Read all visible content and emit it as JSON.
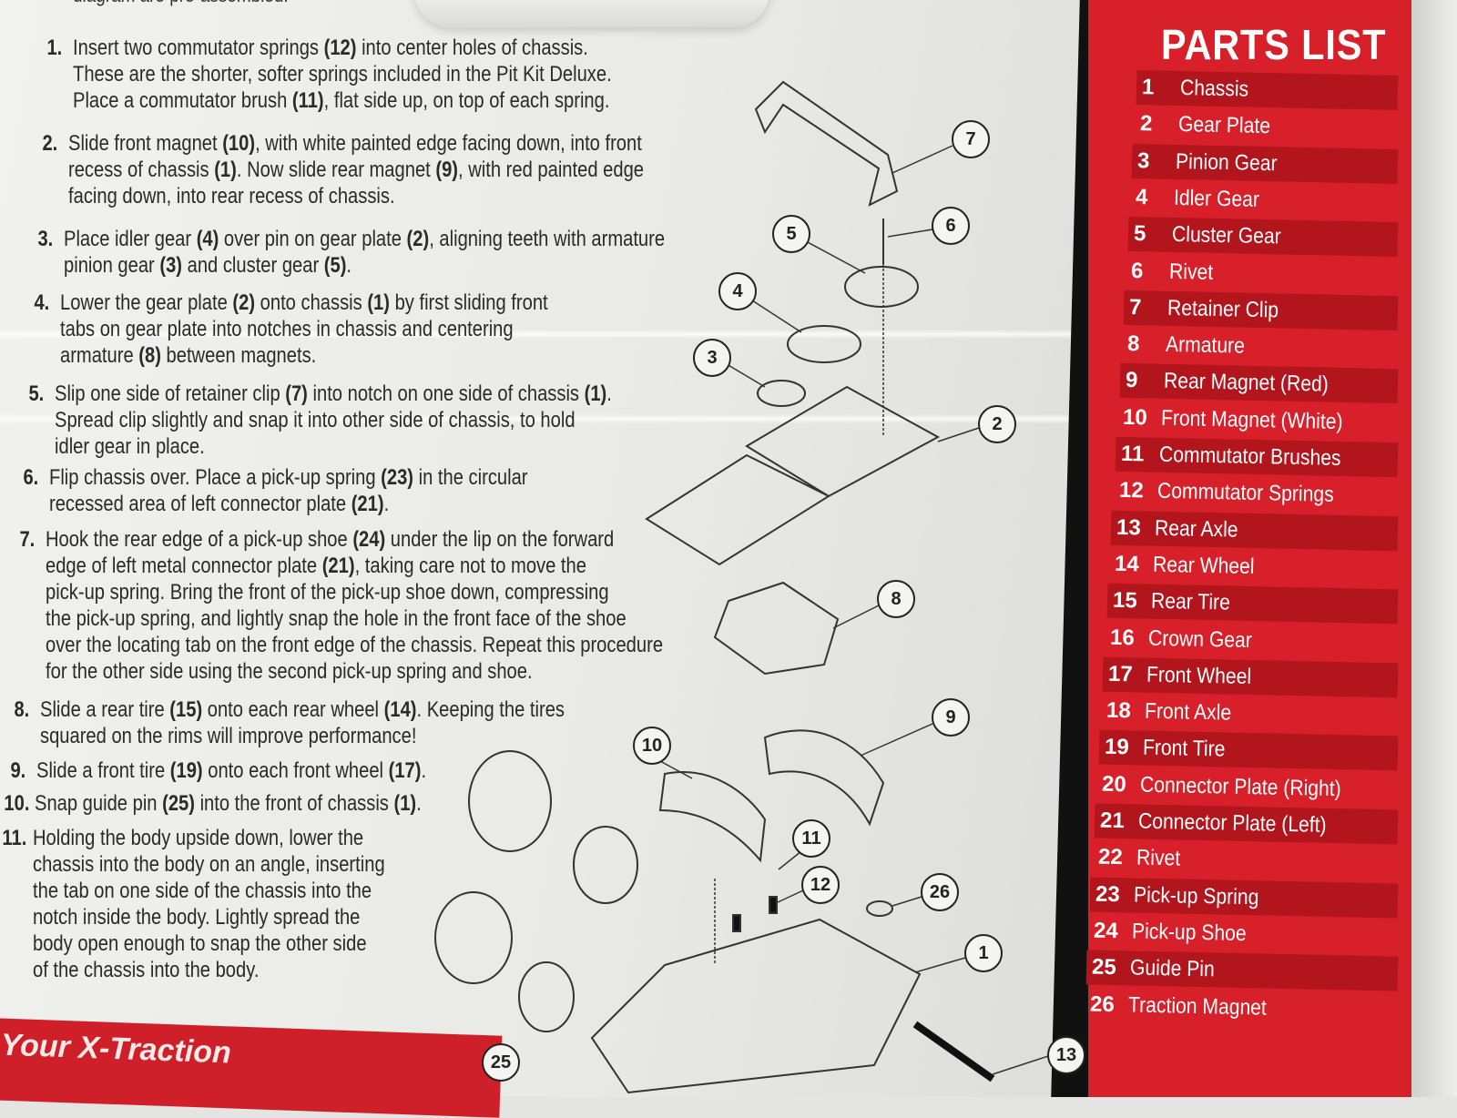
{
  "intro_fragment": "diagram are pre-assembled.",
  "steps": [
    {
      "n": "1.",
      "segs": [
        {
          "t": "Insert two commutator springs "
        },
        {
          "t": "(12)",
          "b": true
        },
        {
          "t": " into center holes of chassis.\nThese are the shorter, softer springs included in the Pit Kit Deluxe.\nPlace a commutator brush "
        },
        {
          "t": "(11)",
          "b": true
        },
        {
          "t": ", flat side up, on top of each spring."
        }
      ]
    },
    {
      "n": "2.",
      "segs": [
        {
          "t": "Slide front magnet "
        },
        {
          "t": "(10)",
          "b": true
        },
        {
          "t": ", with white painted edge facing down, into front\nrecess of chassis "
        },
        {
          "t": "(1)",
          "b": true
        },
        {
          "t": ". Now slide rear magnet "
        },
        {
          "t": "(9)",
          "b": true
        },
        {
          "t": ", with red painted edge\nfacing down, into rear recess of chassis."
        }
      ]
    },
    {
      "n": "3.",
      "segs": [
        {
          "t": "Place idler gear "
        },
        {
          "t": "(4)",
          "b": true
        },
        {
          "t": " over pin on gear plate "
        },
        {
          "t": "(2)",
          "b": true
        },
        {
          "t": ", aligning teeth with armature\npinion gear "
        },
        {
          "t": "(3)",
          "b": true
        },
        {
          "t": " and cluster gear "
        },
        {
          "t": "(5)",
          "b": true
        },
        {
          "t": "."
        }
      ]
    },
    {
      "n": "4.",
      "segs": [
        {
          "t": "Lower the gear plate "
        },
        {
          "t": "(2)",
          "b": true
        },
        {
          "t": " onto chassis "
        },
        {
          "t": "(1)",
          "b": true
        },
        {
          "t": " by first sliding front\ntabs on gear plate into notches in chassis and centering\narmature "
        },
        {
          "t": "(8)",
          "b": true
        },
        {
          "t": " between magnets."
        }
      ]
    },
    {
      "n": "5.",
      "segs": [
        {
          "t": "Slip one side of retainer clip "
        },
        {
          "t": "(7)",
          "b": true
        },
        {
          "t": " into notch on one side of chassis "
        },
        {
          "t": "(1)",
          "b": true
        },
        {
          "t": ".\nSpread clip slightly and snap it into other side of chassis, to hold\nidler gear in place."
        }
      ]
    },
    {
      "n": "6.",
      "segs": [
        {
          "t": "Flip chassis over. Place a pick-up spring "
        },
        {
          "t": "(23)",
          "b": true
        },
        {
          "t": " in the circular\nrecessed area of left connector plate "
        },
        {
          "t": "(21)",
          "b": true
        },
        {
          "t": "."
        }
      ]
    },
    {
      "n": "7.",
      "segs": [
        {
          "t": "Hook the rear edge of a pick-up shoe "
        },
        {
          "t": "(24)",
          "b": true
        },
        {
          "t": " under the lip on the forward\nedge of left metal connector plate "
        },
        {
          "t": "(21)",
          "b": true
        },
        {
          "t": ", taking care not to move the\npick-up spring. Bring the front of the pick-up shoe down, compressing\nthe pick-up spring, and lightly snap the hole in the front face of the shoe\nover the locating tab on the front edge of the chassis. Repeat this procedure\nfor the other side using the second pick-up spring and shoe."
        }
      ]
    },
    {
      "n": "8.",
      "segs": [
        {
          "t": "Slide a rear tire "
        },
        {
          "t": "(15)",
          "b": true
        },
        {
          "t": " onto each rear wheel "
        },
        {
          "t": "(14)",
          "b": true
        },
        {
          "t": ". Keeping the tires\nsquared on the rims will improve performance!"
        }
      ]
    },
    {
      "n": "9.",
      "segs": [
        {
          "t": "Slide a front tire "
        },
        {
          "t": "(19)",
          "b": true
        },
        {
          "t": " onto each front wheel "
        },
        {
          "t": "(17)",
          "b": true
        },
        {
          "t": "."
        }
      ]
    },
    {
      "n": "10.",
      "segs": [
        {
          "t": "Snap guide pin "
        },
        {
          "t": "(25)",
          "b": true
        },
        {
          "t": " into the front of chassis "
        },
        {
          "t": "(1)",
          "b": true
        },
        {
          "t": "."
        }
      ]
    },
    {
      "n": "11.",
      "segs": [
        {
          "t": "Holding the body upside down, lower the\nchassis into the body on an angle, inserting\nthe tab on one side of the chassis into the\nnotch inside the body. Lightly spread the\nbody open enough to snap the other side\nof the chassis into the body."
        }
      ]
    }
  ],
  "callouts": [
    "7",
    "6",
    "5",
    "4",
    "3",
    "2",
    "8",
    "9",
    "10",
    "11",
    "12",
    "26",
    "1",
    "13",
    "25"
  ],
  "parts_list": {
    "title": "PARTS LIST",
    "items": [
      {
        "n": "1",
        "label": "Chassis"
      },
      {
        "n": "2",
        "label": "Gear Plate"
      },
      {
        "n": "3",
        "label": "Pinion Gear"
      },
      {
        "n": "4",
        "label": "Idler Gear"
      },
      {
        "n": "5",
        "label": "Cluster Gear"
      },
      {
        "n": "6",
        "label": "Rivet"
      },
      {
        "n": "7",
        "label": "Retainer Clip"
      },
      {
        "n": "8",
        "label": "Armature"
      },
      {
        "n": "9",
        "label": "Rear Magnet (Red)"
      },
      {
        "n": "10",
        "label": "Front Magnet (White)"
      },
      {
        "n": "11",
        "label": "Commutator Brushes"
      },
      {
        "n": "12",
        "label": "Commutator Springs"
      },
      {
        "n": "13",
        "label": "Rear Axle"
      },
      {
        "n": "14",
        "label": "Rear Wheel"
      },
      {
        "n": "15",
        "label": "Rear Tire"
      },
      {
        "n": "16",
        "label": "Crown Gear"
      },
      {
        "n": "17",
        "label": "Front Wheel"
      },
      {
        "n": "18",
        "label": "Front Axle"
      },
      {
        "n": "19",
        "label": "Front Tire"
      },
      {
        "n": "20",
        "label": "Connector Plate (Right)"
      },
      {
        "n": "21",
        "label": "Connector Plate (Left)"
      },
      {
        "n": "22",
        "label": "Rivet"
      },
      {
        "n": "23",
        "label": "Pick-up Spring"
      },
      {
        "n": "24",
        "label": "Pick-up Shoe"
      },
      {
        "n": "25",
        "label": "Guide Pin"
      },
      {
        "n": "26",
        "label": "Traction Magnet"
      }
    ]
  },
  "banner_text": "Your X-Traction",
  "colors": {
    "panel_red": "#d8202a",
    "panel_stripe": "#b3151d",
    "panel_border": "#111111",
    "text": "#2a2a2a"
  }
}
